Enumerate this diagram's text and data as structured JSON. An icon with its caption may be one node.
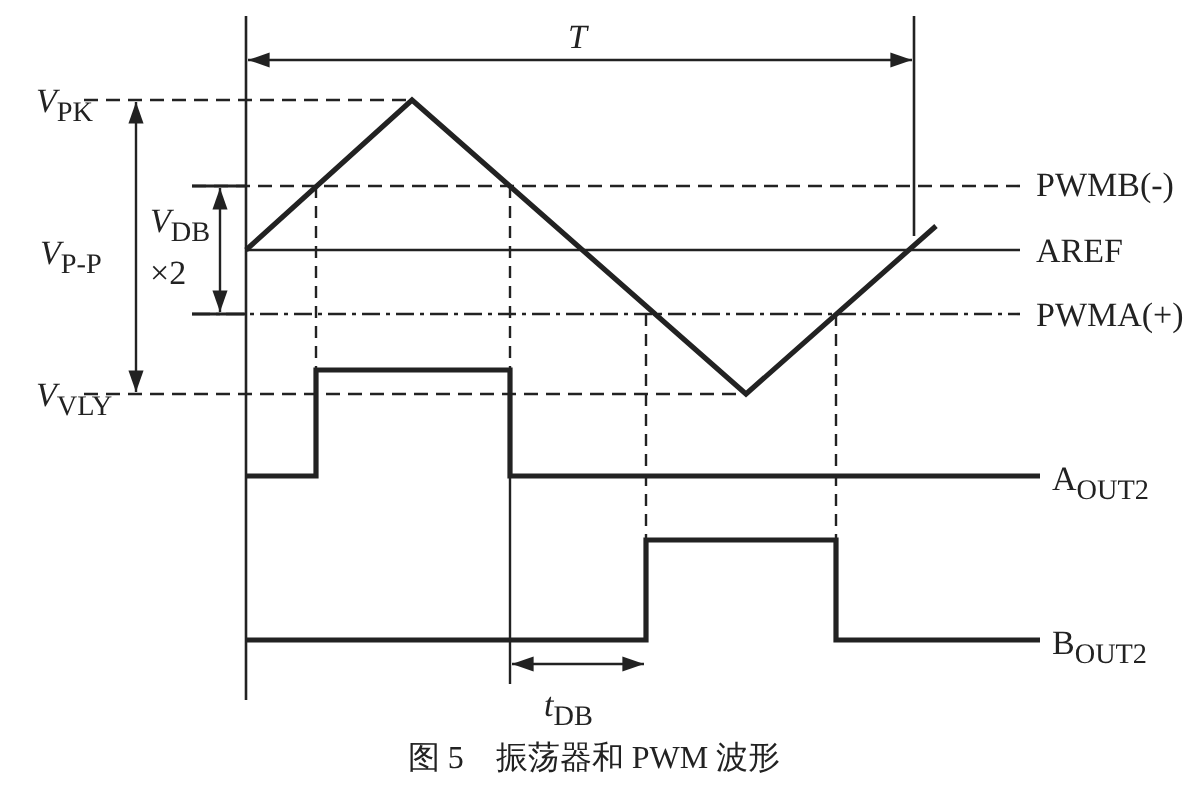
{
  "diagram": {
    "caption": "图 5　振荡器和 PWM 波形",
    "labels": [
      "*T*",
      "*V*$_{PK}$",
      "PWMB(-)",
      "*V*$_{DB}$ ×2",
      "*V*$_{P-P}$",
      "AREF",
      "PWMA(+)",
      "*V*$_{VLY}$",
      "A$_{OUT2}$",
      "B$_{OUT2}$",
      "*t*$_{DB}$"
    ]
  }
}
